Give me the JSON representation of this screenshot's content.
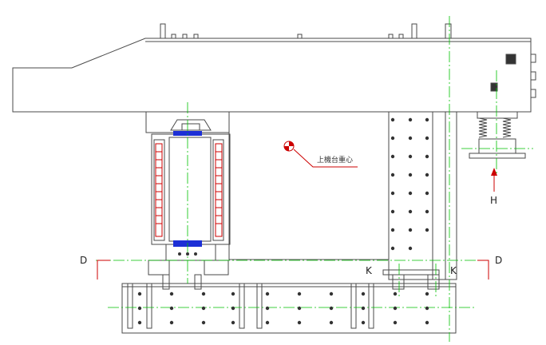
{
  "labels": {
    "section_left": "D",
    "section_right": "D",
    "view_left": "K",
    "view_right": "K",
    "view_arrow": "H",
    "center_of_gravity": "上機台重心"
  },
  "colors": {
    "outline": "#4a4a4a",
    "centerline": "#00c000",
    "accent_red": "#cc0000",
    "accent_blue": "#1c2fd6"
  }
}
